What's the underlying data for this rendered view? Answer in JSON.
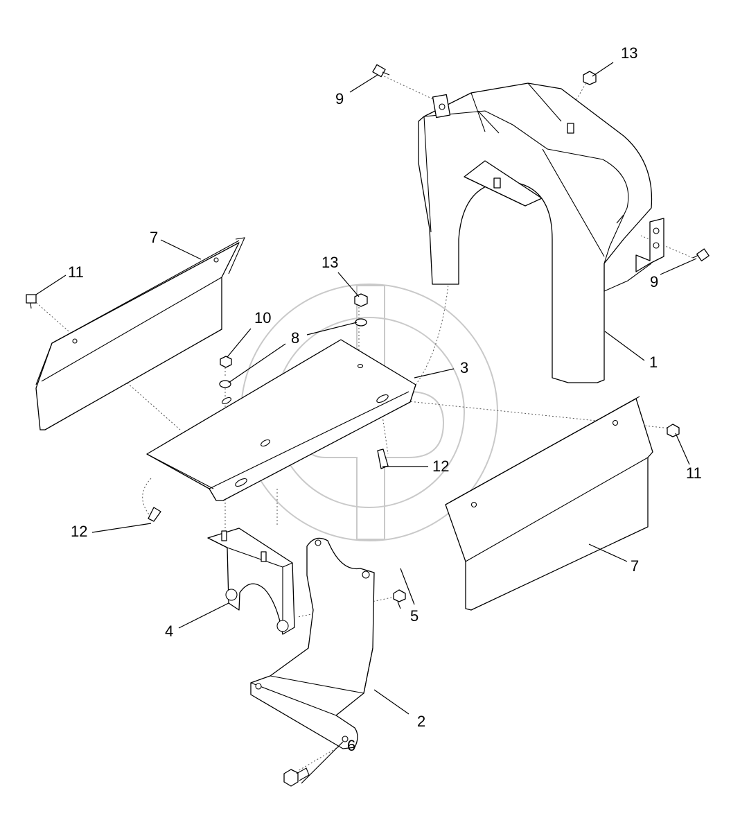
{
  "callouts": [
    "13",
    "9",
    "7",
    "11",
    "13",
    "10",
    "8",
    "3",
    "9",
    "1",
    "12",
    "11",
    "12",
    "4",
    "5",
    "7",
    "2",
    "6"
  ]
}
